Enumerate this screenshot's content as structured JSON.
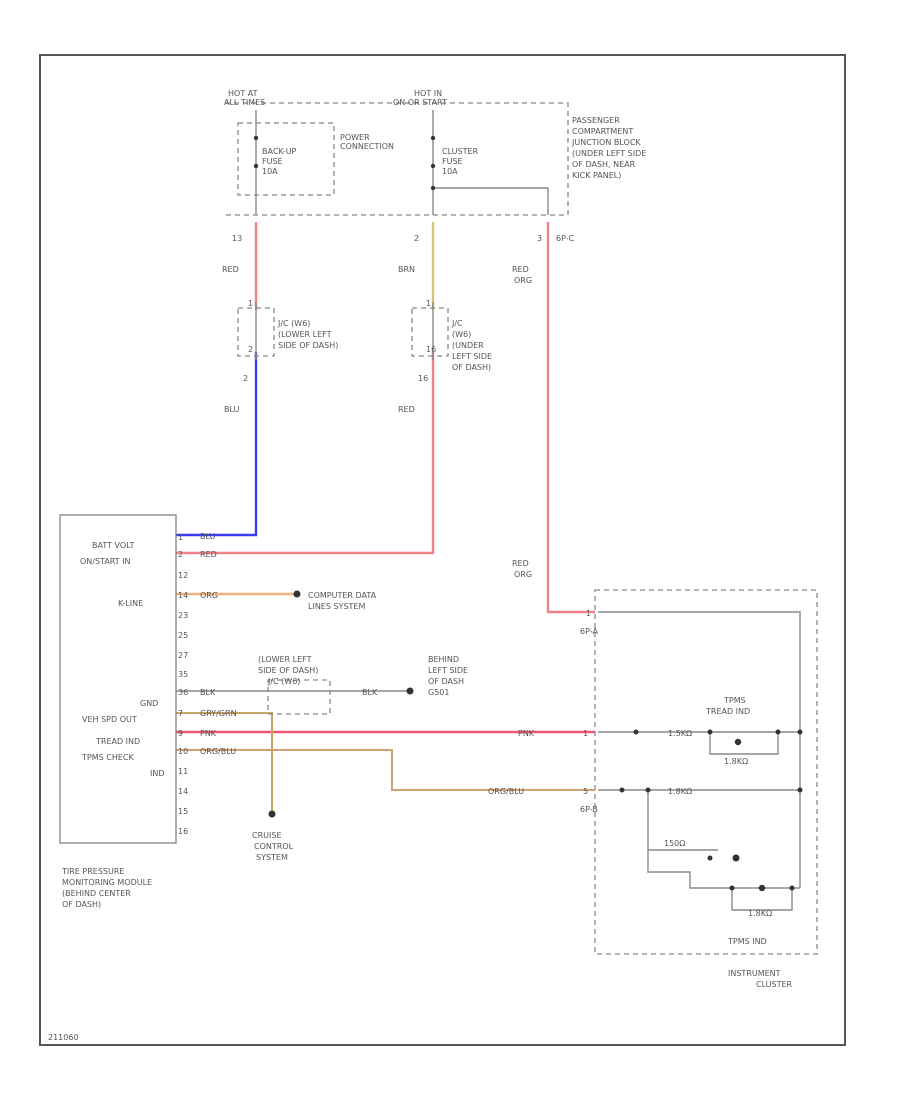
{
  "power": {
    "hot_at_all_times": [
      "HOT AT",
      "ALL TIMES"
    ],
    "hot_in_on_or_start": [
      "HOT IN",
      "ON OR START"
    ],
    "power_connection": [
      "POWER",
      "CONNECTION"
    ],
    "backup_fuse": [
      "BACK-UP",
      "FUSE",
      "10A"
    ],
    "cluster_fuse": [
      "CLUSTER",
      "FUSE",
      "10A"
    ],
    "junction_block": [
      "PASSENGER",
      "COMPARTMENT",
      "JUNCTION BLOCK",
      "(UNDER LEFT SIDE",
      "OF DASH, NEAR",
      "KICK PANEL)"
    ],
    "pin_13": "13",
    "pin_2": "2",
    "pin_3": "3",
    "pin_3_conn": "6P-C"
  },
  "wires": {
    "red_upper": "RED",
    "brn": "BRN",
    "red_org_upper": [
      "RED",
      "ORG"
    ],
    "blu": "BLU",
    "red_lower": "RED",
    "red_org_lower": [
      "RED",
      "ORG"
    ],
    "blu_tag": "BLU",
    "red_tag": "RED",
    "org_tag": "ORG",
    "blk_tag": "BLK",
    "blk_tag2": "BLK",
    "grylgrn_tag": "GRY/GRN",
    "pnk_tag": "PNK",
    "orgblu_tag": "ORG/BLU",
    "pnk_tag2": "PNK",
    "orgblu_tag2": "ORG/BLU"
  },
  "inline_connectors": {
    "left": [
      "J/C (W6)",
      "(LOWER LEFT",
      "SIDE OF DASH)"
    ],
    "left_pin_top": "1",
    "left_pin_bottom": "2",
    "right": [
      "J/C",
      "(W6)",
      "(UNDER",
      "LEFT SIDE",
      "OF DASH)"
    ],
    "right_pin_top": "1",
    "right_pin_bottom": "16"
  },
  "module": {
    "labels": [
      "BATT VOLT",
      "ON/START IN",
      "K-LINE",
      "GND",
      "VEH SPD OUT",
      "TREAD IND",
      "TPMS CHECK",
      "IND"
    ],
    "pins": [
      "1",
      "2",
      "12",
      "14",
      "23",
      "25",
      "27",
      "35",
      "36",
      "7",
      "9",
      "10",
      "11",
      "14",
      "15",
      "16"
    ],
    "caption": [
      "TIRE PRESSURE",
      "MONITORING MODULE",
      "(BEHIND CENTER",
      "OF DASH)"
    ]
  },
  "destinations": {
    "computer_data": [
      "COMPUTER DATA",
      "LINES SYSTEM"
    ],
    "ground_label": [
      "BEHIND",
      "LEFT SIDE",
      "OF DASH",
      "G501"
    ],
    "ground_conn": [
      "J/C (W6)"
    ],
    "cruise": [
      "CRUISE",
      "CONTROL",
      "SYSTEM"
    ]
  },
  "cluster": {
    "conn_a": "6P-A",
    "pin_a": "1",
    "conn_b": "6P-B",
    "pin_b1": "1",
    "pin_b2": "5",
    "tpms_tread": [
      "TPMS",
      "TREAD IND"
    ],
    "tpms_ind": "TPMS IND",
    "resistors": [
      "1.5KΩ",
      "1.8KΩ",
      "1.8KΩ",
      "150Ω",
      "1.8KΩ"
    ],
    "caption": [
      "INSTRUMENT",
      "CLUSTER"
    ]
  },
  "footer": {
    "code": "211060"
  },
  "colors": {
    "red": "#f0828a",
    "brown": "#d7c47a",
    "blue": "#3b3bff",
    "orange": "#f2b07a",
    "pink": "#f0557a",
    "gray_green": "#c8a466",
    "org_blu": "#d2a070"
  }
}
